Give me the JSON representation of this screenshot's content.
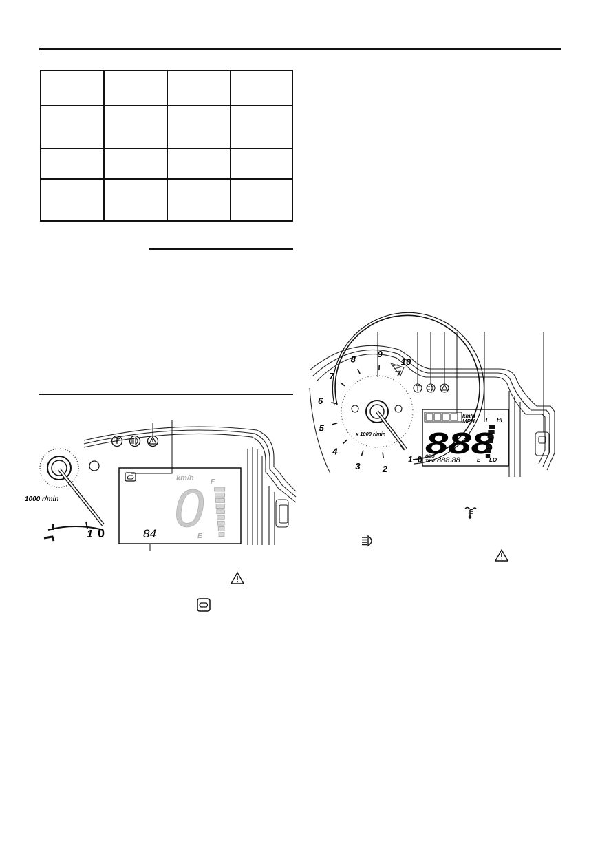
{
  "figure1": {
    "unit_label": "km/h",
    "speed_digit": "0",
    "lower_readout": "84",
    "fuel_full": "F",
    "fuel_empty": "E",
    "rpm_label": "1000 r/min",
    "scale_labels": [
      "1",
      "0"
    ]
  },
  "figure2": {
    "tach_numbers": [
      "1",
      "2",
      "3",
      "4",
      "5",
      "6",
      "7",
      "8",
      "9",
      "10",
      "0"
    ],
    "rpm_label": "x 1000 r/min",
    "unit_kmh": "km/h",
    "unit_mph": "MPH",
    "speed_digits": "888",
    "fuel_full": "F",
    "fuel_empty": "E",
    "hi_label": "HI",
    "lo_label": "LO",
    "odo_label": "ODO",
    "trip_label": "TRIP",
    "odo_digits": "888.88"
  },
  "icons": {
    "coolant": "coolant-temperature-icon",
    "headlight": "high-beam-icon",
    "warning": "warning-triangle-icon",
    "engine": "engine-trouble-icon"
  }
}
